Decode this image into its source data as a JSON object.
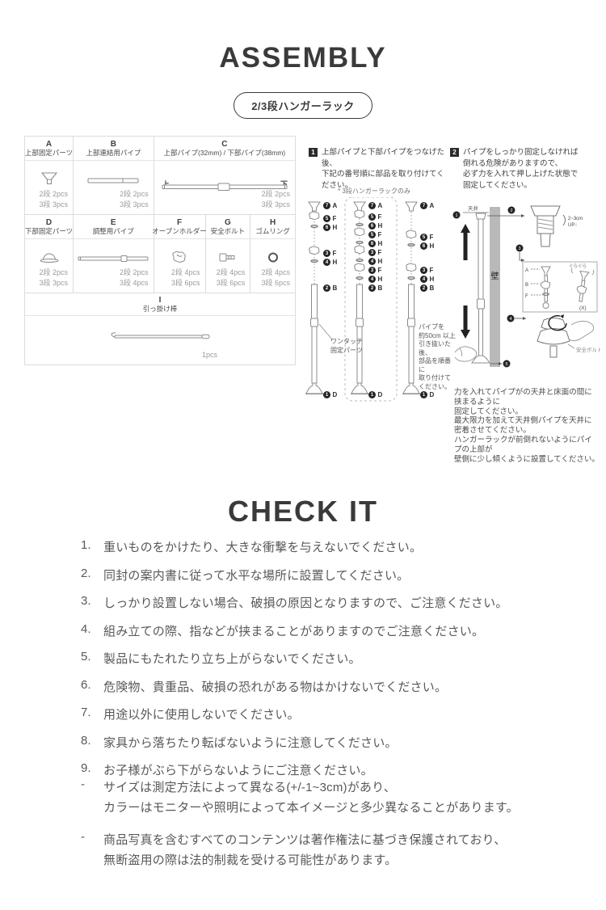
{
  "header": {
    "title": "ASSEMBLY",
    "badge": "2/3段ハンガーラック"
  },
  "parts": {
    "a": {
      "code": "A",
      "name": "上部固定パーツ",
      "qty1": "2段 2pcs",
      "qty2": "3段 3pcs"
    },
    "b": {
      "code": "B",
      "name": "上部連結用パイプ",
      "qty1": "2段 2pcs",
      "qty2": "3段 3pcs"
    },
    "c": {
      "code": "C",
      "name": "上部パイプ(32mm) / 下部パイプ(38mm)",
      "qty1": "2段 2pcs",
      "qty2": "3段 3pcs",
      "top": "上",
      "bottom": "下"
    },
    "d": {
      "code": "D",
      "name": "下部固定パーツ",
      "qty1": "2段 2pcs",
      "qty2": "3段 3pcs"
    },
    "e": {
      "code": "E",
      "name": "調整用パイプ",
      "qty1": "2段 2pcs",
      "qty2": "3段 4pcs"
    },
    "f": {
      "code": "F",
      "name": "オープンホルダー",
      "qty1": "2段 4pcs",
      "qty2": "3段 6pcs"
    },
    "g": {
      "code": "G",
      "name": "安全ボルト",
      "qty1": "2段 4pcs",
      "qty2": "3段 6pcs"
    },
    "h": {
      "code": "H",
      "name": "ゴムリング",
      "qty1": "2段 4pcs",
      "qty2": "3段 6pcs"
    },
    "i": {
      "code": "I",
      "name": "引っ掛け棒",
      "qty1": "1pcs"
    }
  },
  "step1": {
    "num": "1",
    "line1": "上部パイプと下部パイプをつなげた後、",
    "line2": "下記の番号順に部品を取り付けてください。",
    "note": "* 3段ハンガーラックのみ",
    "onetouch1": "ワンタッチ",
    "onetouch2": "固定パーツ",
    "side_note": [
      "パイプを",
      "約50cm 以上",
      "引き抜いた後、",
      "部品を順番に",
      "取り付けて",
      "ください。"
    ],
    "pole_left": [
      {
        "n": "7",
        "p": "A"
      },
      {
        "n": "5",
        "p": "F"
      },
      {
        "n": "6",
        "p": "H"
      },
      {
        "n": "3",
        "p": "F"
      },
      {
        "n": "4",
        "p": "H"
      },
      {
        "n": "2",
        "p": "B"
      },
      {
        "n": "1",
        "p": "D"
      }
    ],
    "pole_mid": [
      {
        "n": "7",
        "p": "A"
      },
      {
        "n": "5",
        "p": "F"
      },
      {
        "n": "6",
        "p": "H"
      },
      {
        "n": "5",
        "p": "F"
      },
      {
        "n": "6",
        "p": "H"
      },
      {
        "n": "3",
        "p": "F"
      },
      {
        "n": "4",
        "p": "H"
      },
      {
        "n": "3",
        "p": "F"
      },
      {
        "n": "4",
        "p": "H"
      },
      {
        "n": "2",
        "p": "B"
      },
      {
        "n": "1",
        "p": "D"
      }
    ],
    "pole_right": [
      {
        "n": "7",
        "p": "A"
      },
      {
        "n": "5",
        "p": "F"
      },
      {
        "n": "6",
        "p": "H"
      },
      {
        "n": "3",
        "p": "F"
      },
      {
        "n": "4",
        "p": "H"
      },
      {
        "n": "2",
        "p": "B"
      },
      {
        "n": "1",
        "p": "D"
      }
    ]
  },
  "step2": {
    "num": "2",
    "lines": [
      "パイプをしっかり固定しなければ",
      "倒れる危険がありますので、",
      "必ず力を入れて押し上げた状態で",
      "固定してください。"
    ],
    "ceiling": "天井",
    "wall": "壁",
    "up_note1": "2~3cm",
    "up_note2": "UP↑",
    "box_a": "A",
    "box_b": "B",
    "box_f": "F",
    "wobble": "ぐらぐら",
    "wrong": "(X)",
    "bolt_label": "安全ボルト",
    "markers": [
      "1",
      "2",
      "3",
      "4",
      "5"
    ],
    "bottom": [
      "力を入れてパイプがの天井と床面の間に挟まるように",
      "固定してください。",
      "最大限力を加えて天井側パイプを天井に",
      "密着させてください。",
      "ハンガーラックが前倒れないようにパイプの上部が",
      "壁側に少し傾くように設置してください。"
    ]
  },
  "check": {
    "title": "CHECK IT",
    "items": [
      {
        "num": "1.",
        "text": "重いものをかけたり、大きな衝撃を与えないでください。"
      },
      {
        "num": "2.",
        "text": "同封の案内書に従って水平な場所に設置してください。"
      },
      {
        "num": "3.",
        "text": "しっかり設置しない場合、破損の原因となりますので、ご注意ください。"
      },
      {
        "num": "4.",
        "text": "組み立ての際、指などが挟まることがありますのでご注意ください。"
      },
      {
        "num": "5.",
        "text": "製品にもたれたり立ち上がらないでください。"
      },
      {
        "num": "6.",
        "text": "危険物、貴重品、破損の恐れがある物はかけないでください。"
      },
      {
        "num": "7.",
        "text": "用途以外に使用しないでください。"
      },
      {
        "num": "8.",
        "text": "家具から落ちたり転ばないように注意してください。"
      },
      {
        "num": "9.",
        "text": "お子様がぶら下がらないようにご注意ください。"
      }
    ],
    "notes": [
      {
        "mark": "-",
        "line1": "サイズは測定方法によって異なる(+/-1~3cm)があり、",
        "line2": "カラーはモニターや照明によって本イメージと多少異なることがあります。"
      },
      {
        "mark": "-",
        "line1": "商品写真を含むすべてのコンテンツは著作権法に基づき保護されており、",
        "line2": "無断盗用の際は法的制裁を受ける可能性があります。"
      }
    ]
  }
}
